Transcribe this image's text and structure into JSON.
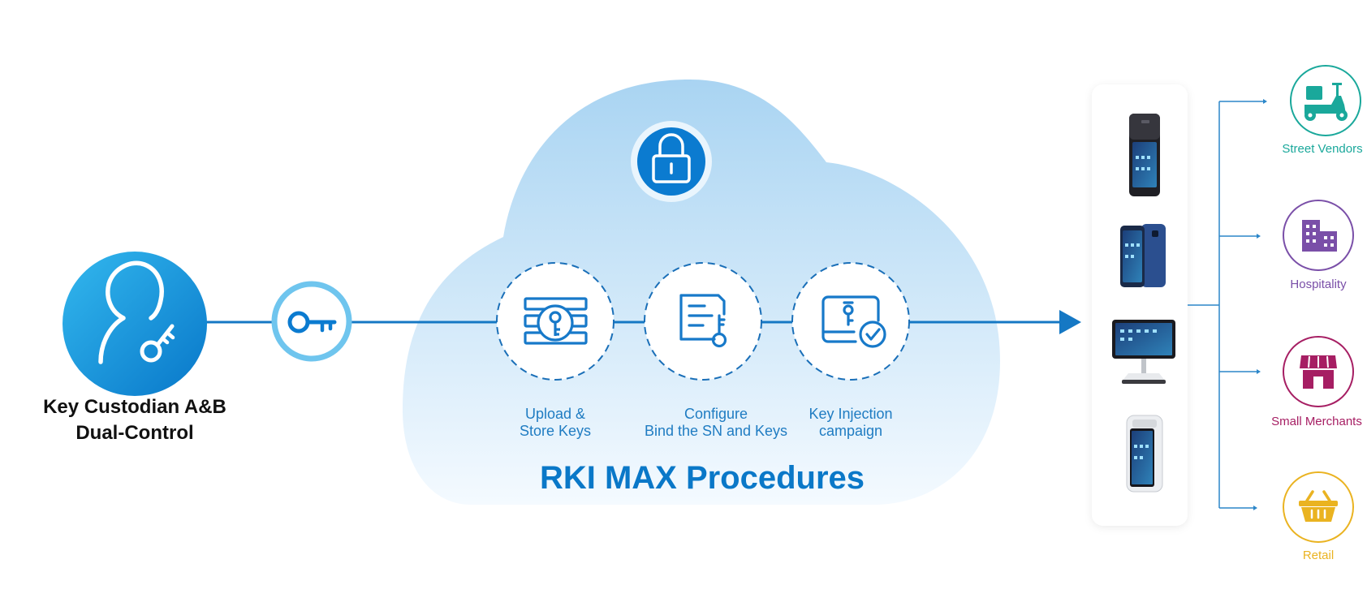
{
  "custodian": {
    "line1": "Key Custodian A&B",
    "line2": "Dual-Control",
    "icon": "user-key-icon"
  },
  "transfer_icon": "key-icon",
  "cloud": {
    "lock_icon": "padlock-icon",
    "title": "RKI MAX Procedures",
    "steps": [
      {
        "line1": "Upload &",
        "line2": "Store Keys",
        "icon": "key-vault-icon"
      },
      {
        "line1": "Configure",
        "line2": "Bind the SN and Keys",
        "icon": "document-key-icon"
      },
      {
        "line1": "Key Injection",
        "line2": "campaign",
        "icon": "key-card-check-icon"
      }
    ]
  },
  "devices": [
    {
      "icon": "handheld-pos-printer-icon"
    },
    {
      "icon": "handheld-pos-icon"
    },
    {
      "icon": "desktop-pos-tablet-icon"
    },
    {
      "icon": "smart-pos-terminal-icon"
    }
  ],
  "categories": [
    {
      "label": "Street Vendors",
      "icon": "scooter-icon",
      "color": "#1aa89b"
    },
    {
      "label": "Hospitality",
      "icon": "building-icon",
      "color": "#7a4fa8"
    },
    {
      "label": "Small Merchants",
      "icon": "storefront-icon",
      "color": "#a61e63"
    },
    {
      "label": "Retail",
      "icon": "basket-icon",
      "color": "#eab321"
    }
  ],
  "colors": {
    "primary_blue": "#0a78c8",
    "light_blue": "#6fc5ee",
    "cloud_top": "#a9d4f2",
    "cloud_bottom": "#f4faff"
  }
}
